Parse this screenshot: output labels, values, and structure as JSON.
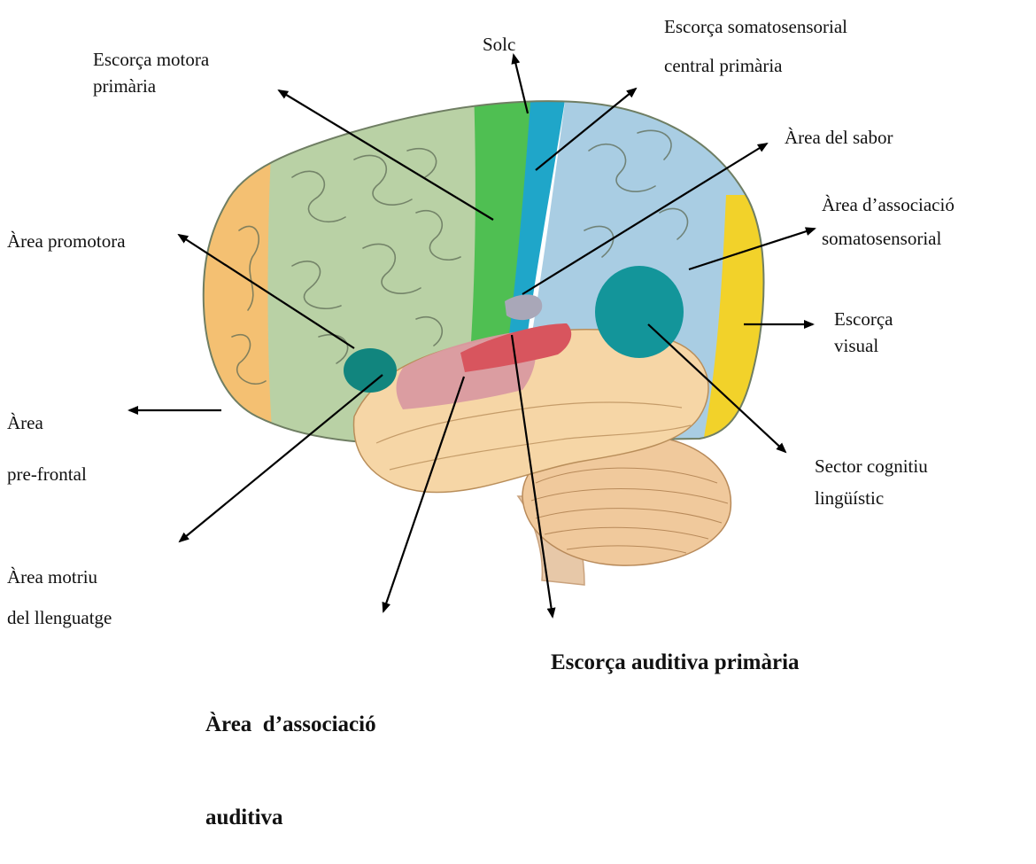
{
  "labels": {
    "solc": "Solc",
    "somatosensorial": [
      "Escorça somatosensorial",
      "central primària"
    ],
    "motora": [
      "Escorça motora",
      "primària"
    ],
    "sabor": "Àrea del sabor",
    "assoc_somato": [
      "Àrea d’associació",
      "somatosensorial"
    ],
    "promotora": "Àrea promotora",
    "visual": [
      "Escorça",
      "visual"
    ],
    "prefrontal": [
      "Àrea",
      "pre-frontal"
    ],
    "cognitiu": [
      "Sector cognitiu",
      "lingüístic"
    ],
    "motriu": [
      "Àrea motriu",
      "del llenguatge"
    ],
    "assoc_auditiva": [
      "Àrea  d’associació",
      "auditiva"
    ],
    "auditiva_primaria": "Escorça auditiva primària"
  },
  "colors": {
    "prefrontal": "#f4c072",
    "premotor": "#b9d1a5",
    "motor": "#4fbf52",
    "somatosensory": "#1fa6c9",
    "association": "#a9cde3",
    "visual": "#f2d22a",
    "temporal": "#f6d6a6",
    "auditory_assoc": "#d99aa0",
    "auditory_primary": "#d8555e",
    "broca": "#11857e",
    "wernicke": "#13959a",
    "taste": "#a9a7b8",
    "cerebellum": "#f0c99c",
    "brainstem": "#e7c8a8"
  }
}
